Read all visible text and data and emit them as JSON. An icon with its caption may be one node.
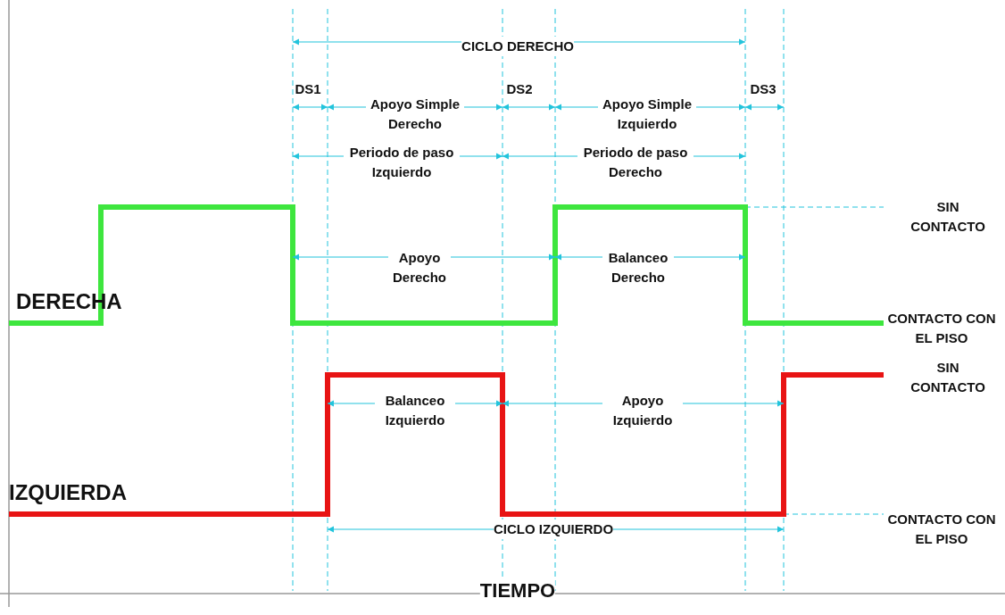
{
  "diagram": {
    "labels": [
      "CICLO DERECHO",
      "DS1",
      "Apoyo Simple Derecho",
      "DS2",
      "Apoyo Simple Izquierdo",
      "DS3",
      "Periodo de paso Izquierdo",
      "Periodo de paso Derecho",
      "SIN CONTACTO",
      "Apoyo Derecho",
      "Balanceo Derecho",
      "DERECHA",
      "CONTACTO CON EL PISO",
      "SIN CONTACTO",
      "Balanceo Izquierdo",
      "Apoyo Izquierdo",
      "IZQUIERDA",
      "CONTACTO CON EL PISO",
      "CICLO IZQUIERDO",
      "TIEMPO"
    ]
  }
}
